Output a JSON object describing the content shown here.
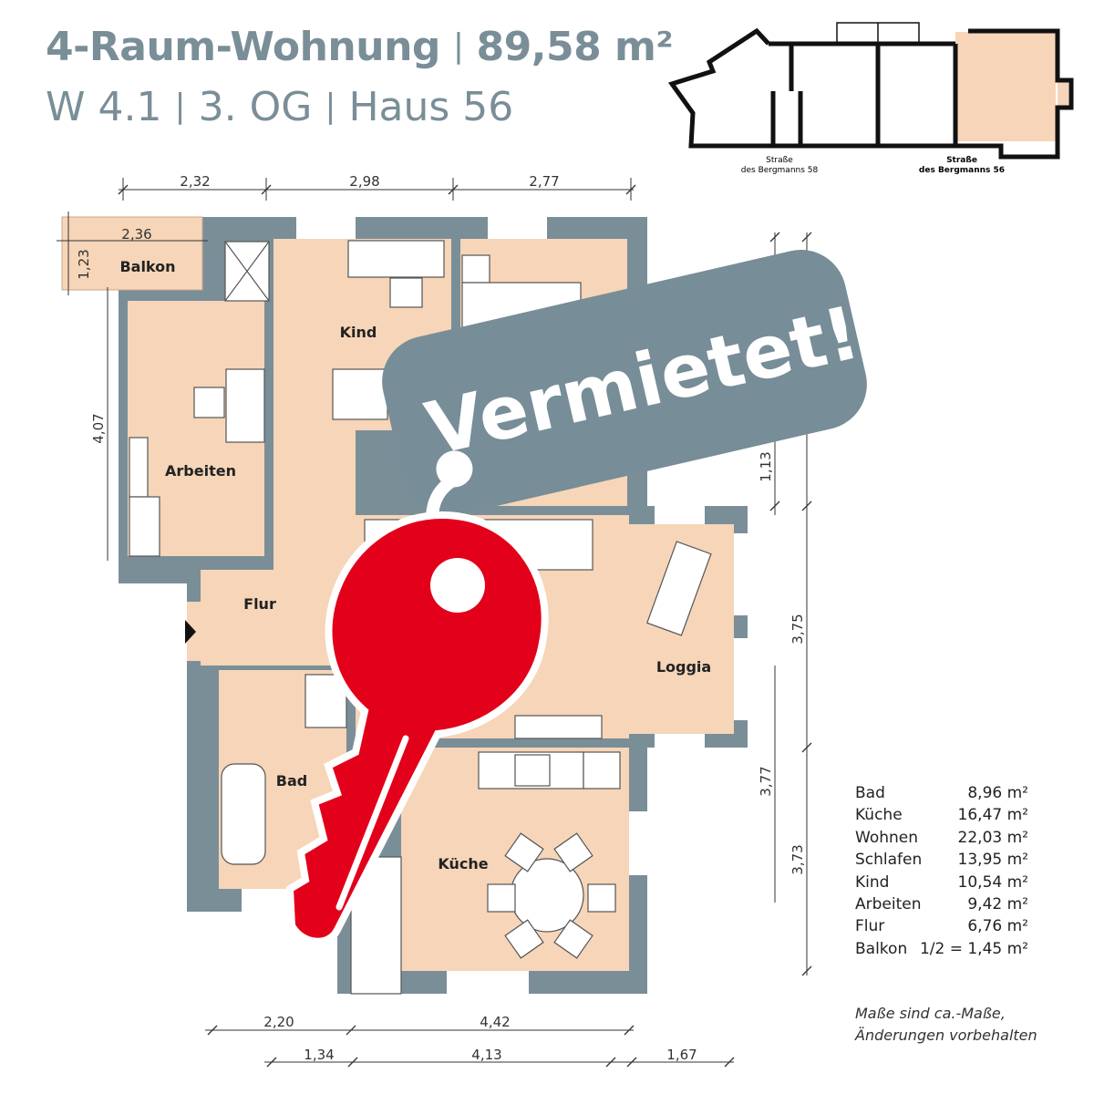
{
  "header": {
    "title": "4-Raum-Wohnung",
    "area": "89,58 m²",
    "unit": "W 4.1",
    "floor": "3. OG",
    "house": "Haus 56"
  },
  "site_plan": {
    "street": "Straße",
    "addr58": "des Bergmanns 58",
    "addr56": "des Bergmanns 56"
  },
  "rooms": {
    "balkon": "Balkon",
    "kind": "Kind",
    "arbeiten": "Arbeiten",
    "flur": "Flur",
    "loggia": "Loggia",
    "bad": "Bad",
    "kueche": "Küche"
  },
  "dimensions": {
    "top": [
      "2,32",
      "2,98",
      "2,77"
    ],
    "balkon_w": "2,36",
    "balkon_h": "1,23",
    "left": "4,07",
    "right_a": "1,13",
    "right_b": "3,75",
    "right_c": "3,77",
    "right_d": "3,73",
    "bottom1": [
      "2,20",
      "4,42"
    ],
    "bottom2": [
      "1,34",
      "4,13",
      "1,67"
    ]
  },
  "area_table": [
    {
      "room": "Bad",
      "area": "8,96 m²"
    },
    {
      "room": "Küche",
      "area": "16,47 m²"
    },
    {
      "room": "Wohnen",
      "area": "22,03 m²"
    },
    {
      "room": "Schlafen",
      "area": "13,95 m²"
    },
    {
      "room": "Kind",
      "area": "10,54 m²"
    },
    {
      "room": "Arbeiten",
      "area": "9,42 m²"
    },
    {
      "room": "Flur",
      "area": "6,76 m²"
    },
    {
      "room": "Balkon",
      "area": "1/2 = 1,45 m²"
    }
  ],
  "note": [
    "Maße sind ca.-Maße,",
    "Änderungen vorbehalten"
  ],
  "tag": {
    "text": "Vermietet!",
    "color": "#778d98"
  },
  "colors": {
    "wall": "#7a8e98",
    "room": "#f6d5b8",
    "key": "#e2001a"
  }
}
